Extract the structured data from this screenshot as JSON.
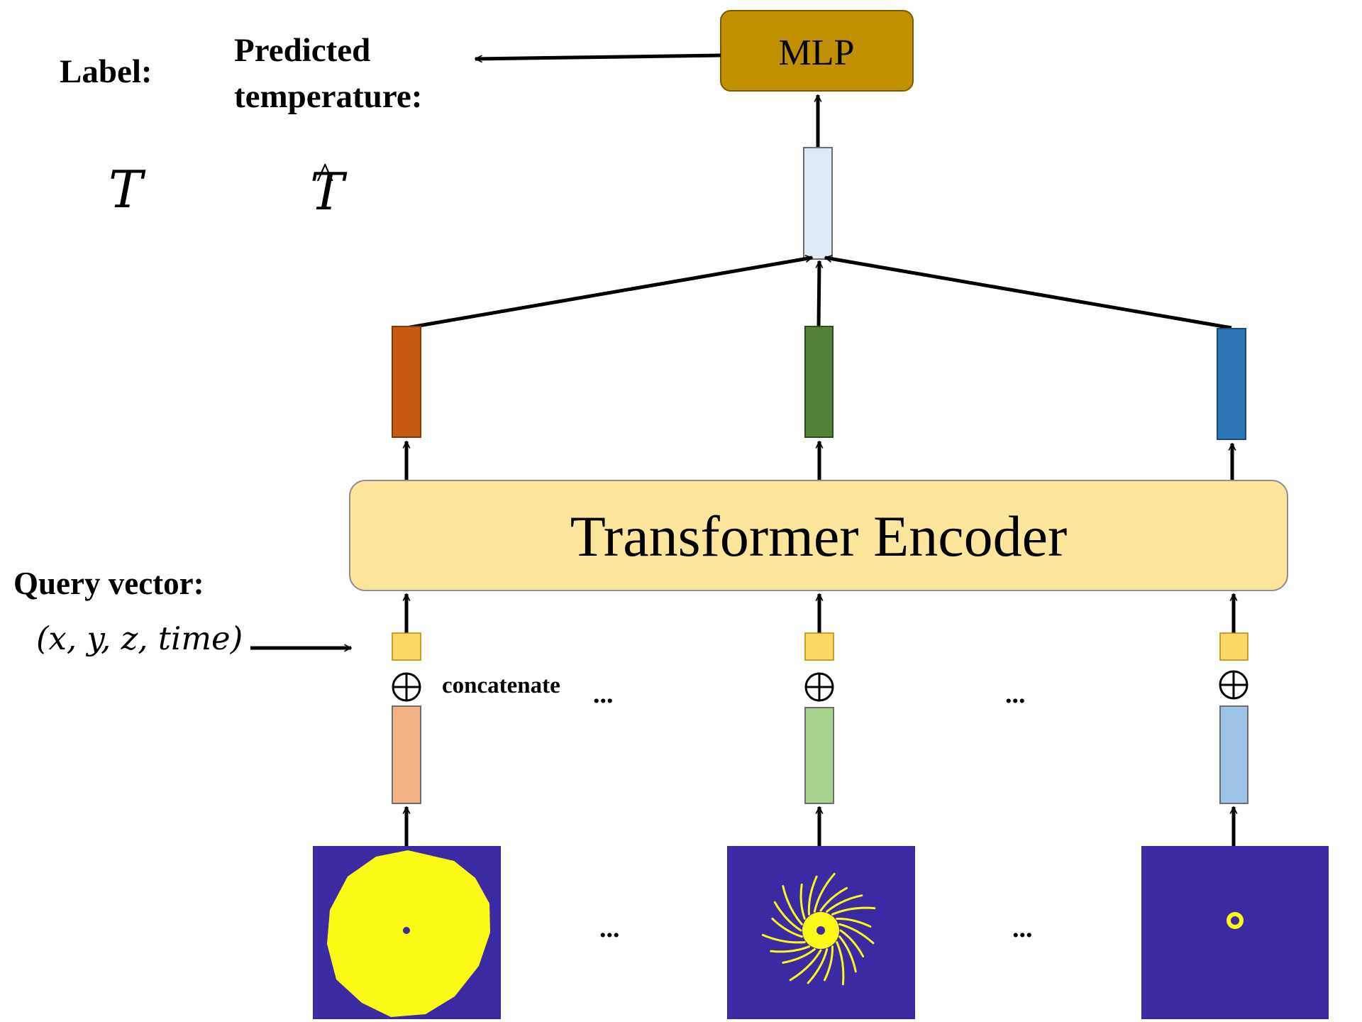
{
  "labels": {
    "label_heading": "Label:",
    "predicted_heading_line1": "Predicted",
    "predicted_heading_line2": "temperature:",
    "true_temperature_symbol": "T",
    "predicted_temperature_symbol": "T",
    "predicted_hat": "^",
    "query_heading": "Query vector:",
    "query_vector": "(x, y, z, time)",
    "concatenate": "concatenate",
    "ellipsis": "..."
  },
  "blocks": {
    "mlp": "MLP",
    "transformer": "Transformer Encoder"
  },
  "colors": {
    "mlp_fill": "#c09000",
    "transformer_fill": "#fde59b",
    "pooled_token": "#deeaf6",
    "query_token": "#fdd866",
    "image_background": "#3c29a4",
    "image_foreground": "#fafa14",
    "branches": [
      {
        "output": "#c55a11",
        "feature": "#f4b183"
      },
      {
        "output": "#538135",
        "feature": "#a9d18e"
      },
      {
        "output": "#2e75b6",
        "feature": "#9dc3e6"
      }
    ]
  },
  "icons": {
    "concatenate_operator": "circled-plus-icon",
    "flow_arrow": "arrow-icon"
  }
}
